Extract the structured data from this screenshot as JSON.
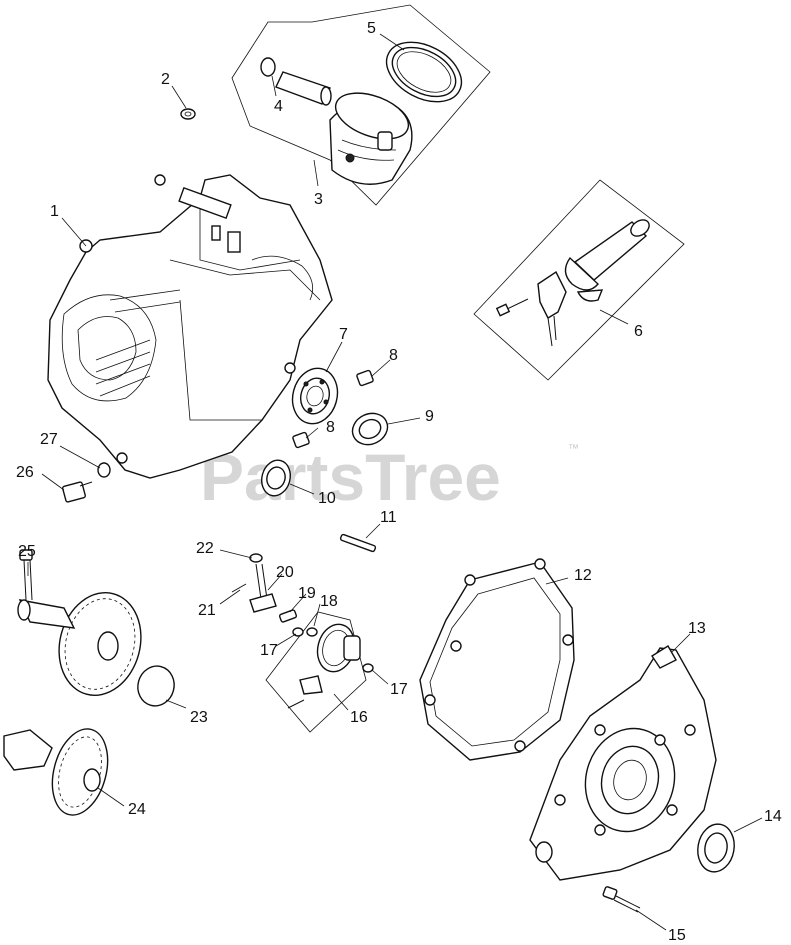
{
  "watermark": {
    "text": "PartsTree",
    "trademark": "™"
  },
  "callouts": [
    {
      "id": "c1",
      "label": "1"
    },
    {
      "id": "c2",
      "label": "2"
    },
    {
      "id": "c3",
      "label": "3"
    },
    {
      "id": "c4",
      "label": "4"
    },
    {
      "id": "c5",
      "label": "5"
    },
    {
      "id": "c6",
      "label": "6"
    },
    {
      "id": "c7",
      "label": "7"
    },
    {
      "id": "c8a",
      "label": "8"
    },
    {
      "id": "c8b",
      "label": "8"
    },
    {
      "id": "c9",
      "label": "9"
    },
    {
      "id": "c10",
      "label": "10"
    },
    {
      "id": "c11",
      "label": "11"
    },
    {
      "id": "c12",
      "label": "12"
    },
    {
      "id": "c13",
      "label": "13"
    },
    {
      "id": "c14",
      "label": "14"
    },
    {
      "id": "c15",
      "label": "15"
    },
    {
      "id": "c16",
      "label": "16"
    },
    {
      "id": "c17a",
      "label": "17"
    },
    {
      "id": "c17b",
      "label": "17"
    },
    {
      "id": "c18",
      "label": "18"
    },
    {
      "id": "c19",
      "label": "19"
    },
    {
      "id": "c20",
      "label": "20"
    },
    {
      "id": "c21",
      "label": "21"
    },
    {
      "id": "c22",
      "label": "22"
    },
    {
      "id": "c23",
      "label": "23"
    },
    {
      "id": "c24",
      "label": "24"
    },
    {
      "id": "c25",
      "label": "25"
    },
    {
      "id": "c26",
      "label": "26"
    },
    {
      "id": "c27",
      "label": "27"
    }
  ]
}
